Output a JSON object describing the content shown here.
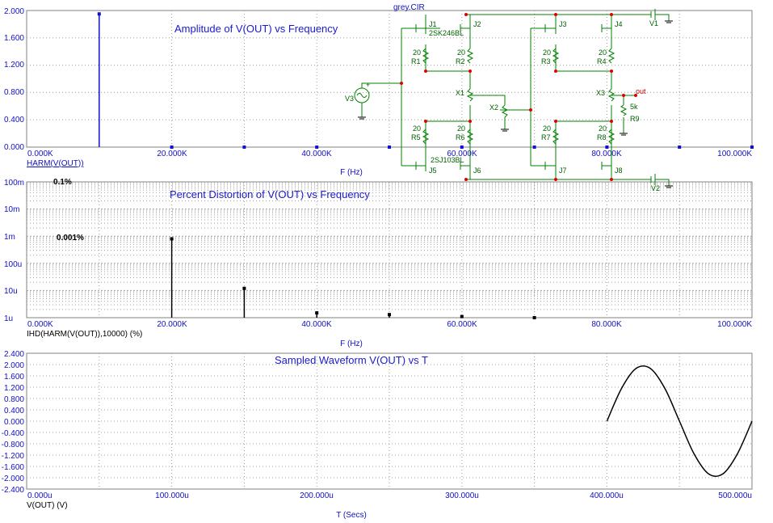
{
  "colors": {
    "axis_text": "#1010c0",
    "title": "#1a1ad0",
    "data": "#1010d0",
    "data_dark": "#000000",
    "grid": "#a0a0a0",
    "circuit_wire": "#008000",
    "circuit_text": "#006000",
    "node": "#e00000"
  },
  "circuit": {
    "title": "grey.CIR",
    "parts": {
      "J1": "J1",
      "J2": "J2",
      "J3": "J3",
      "J4": "J4",
      "J5": "J5",
      "J6": "J6",
      "J7": "J7",
      "J8": "J8",
      "R1": "R1",
      "R2": "R2",
      "R3": "R3",
      "R4": "R4",
      "R5": "R5",
      "R6": "R6",
      "R7": "R7",
      "R8": "R8",
      "R9": "R9",
      "X1": "X1",
      "X2": "X2",
      "X3": "X3",
      "V1": "V1",
      "V2": "V2",
      "V3": "V3"
    },
    "model_n": "2SK246BL",
    "model_p": "2SJ103BL",
    "rval": "20",
    "r9val": "5k",
    "out_label": "out",
    "plus_label": "+"
  },
  "chart_data": [
    {
      "type": "bar",
      "title": "Amplitude of V(OUT) vs Frequency",
      "xlabel": "F (Hz)",
      "ylabel": "HARM(V(OUT))",
      "x_ticks": [
        "0.000K",
        "20.000K",
        "40.000K",
        "60.000K",
        "80.000K",
        "100.000K"
      ],
      "y_ticks": [
        "0.000",
        "0.400",
        "0.800",
        "1.200",
        "1.600",
        "2.000"
      ],
      "xlim": [
        0,
        100000
      ],
      "ylim": [
        0,
        2.0
      ],
      "x": [
        10000,
        20000,
        30000,
        40000,
        50000,
        60000,
        70000,
        80000,
        90000,
        100000
      ],
      "values": [
        1.95,
        0.0,
        0.0,
        0.0,
        0.0,
        0.0,
        0.0,
        0.0,
        0.0,
        0.0
      ]
    },
    {
      "type": "bar",
      "scale": "log",
      "title": "Percent Distortion of V(OUT) vs Frequency",
      "xlabel": "F (Hz)",
      "ylabel": "IHD(HARM(V(OUT)),10000) (%)",
      "x_ticks": [
        "0.000K",
        "20.000K",
        "40.000K",
        "60.000K",
        "80.000K",
        "100.000K"
      ],
      "y_ticks": [
        "1u",
        "10u",
        "100u",
        "1m",
        "10m",
        "100m"
      ],
      "xlim": [
        0,
        100000
      ],
      "ylim": [
        1e-06,
        0.1
      ],
      "x": [
        20000,
        30000,
        40000,
        50000,
        60000,
        70000
      ],
      "values": [
        0.0008,
        1.2e-05,
        1.5e-06,
        1.3e-06,
        1.1e-06,
        1e-06
      ],
      "annotations": [
        "0.1%",
        "0.001%"
      ],
      "annotation_values": [
        0.1,
        0.001
      ]
    },
    {
      "type": "line",
      "title": "Sampled Waveform  V(OUT) vs T",
      "xlabel": "T (Secs)",
      "ylabel": "V(OUT) (V)",
      "x_ticks": [
        "0.000u",
        "100.000u",
        "200.000u",
        "300.000u",
        "400.000u",
        "500.000u"
      ],
      "y_ticks": [
        "-2.400",
        "-2.000",
        "-1.600",
        "-1.200",
        "-0.800",
        "-0.400",
        "0.000",
        "0.400",
        "0.800",
        "1.200",
        "1.600",
        "2.000",
        "2.400"
      ],
      "xlim": [
        0,
        0.0005
      ],
      "ylim": [
        -2.4,
        2.4
      ],
      "x": [
        0.0004,
        0.00041,
        0.00042,
        0.00043,
        0.00044,
        0.00045,
        0.00046,
        0.00047,
        0.00048,
        0.00049,
        0.0005
      ],
      "values": [
        0.0,
        1.15,
        1.86,
        1.86,
        1.15,
        0.0,
        -1.15,
        -1.86,
        -1.86,
        -1.15,
        0.0
      ]
    }
  ]
}
